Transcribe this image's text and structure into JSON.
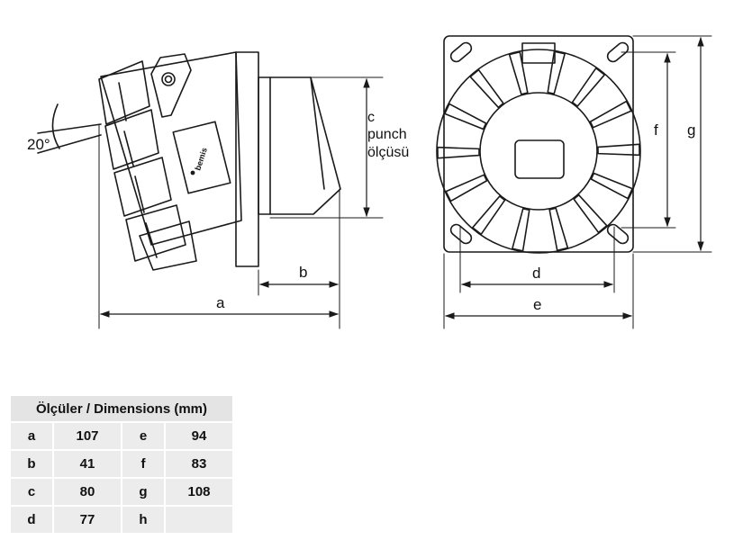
{
  "labels": {
    "angle": "20°",
    "brand": "bemis",
    "a": "a",
    "b": "b",
    "c_line1": "c",
    "c_line2": "punch",
    "c_line3": "ölçüsü",
    "d": "d",
    "e": "e",
    "f": "f",
    "g": "g"
  },
  "table": {
    "header": "Ölçüler / Dimensions (mm)",
    "rows": [
      [
        {
          "k": "a",
          "v": "107"
        },
        {
          "k": "e",
          "v": "94"
        }
      ],
      [
        {
          "k": "b",
          "v": "41"
        },
        {
          "k": "f",
          "v": "83"
        }
      ],
      [
        {
          "k": "c",
          "v": "80"
        },
        {
          "k": "g",
          "v": "108"
        }
      ],
      [
        {
          "k": "d",
          "v": "77"
        },
        {
          "k": "h",
          "v": ""
        }
      ]
    ]
  }
}
